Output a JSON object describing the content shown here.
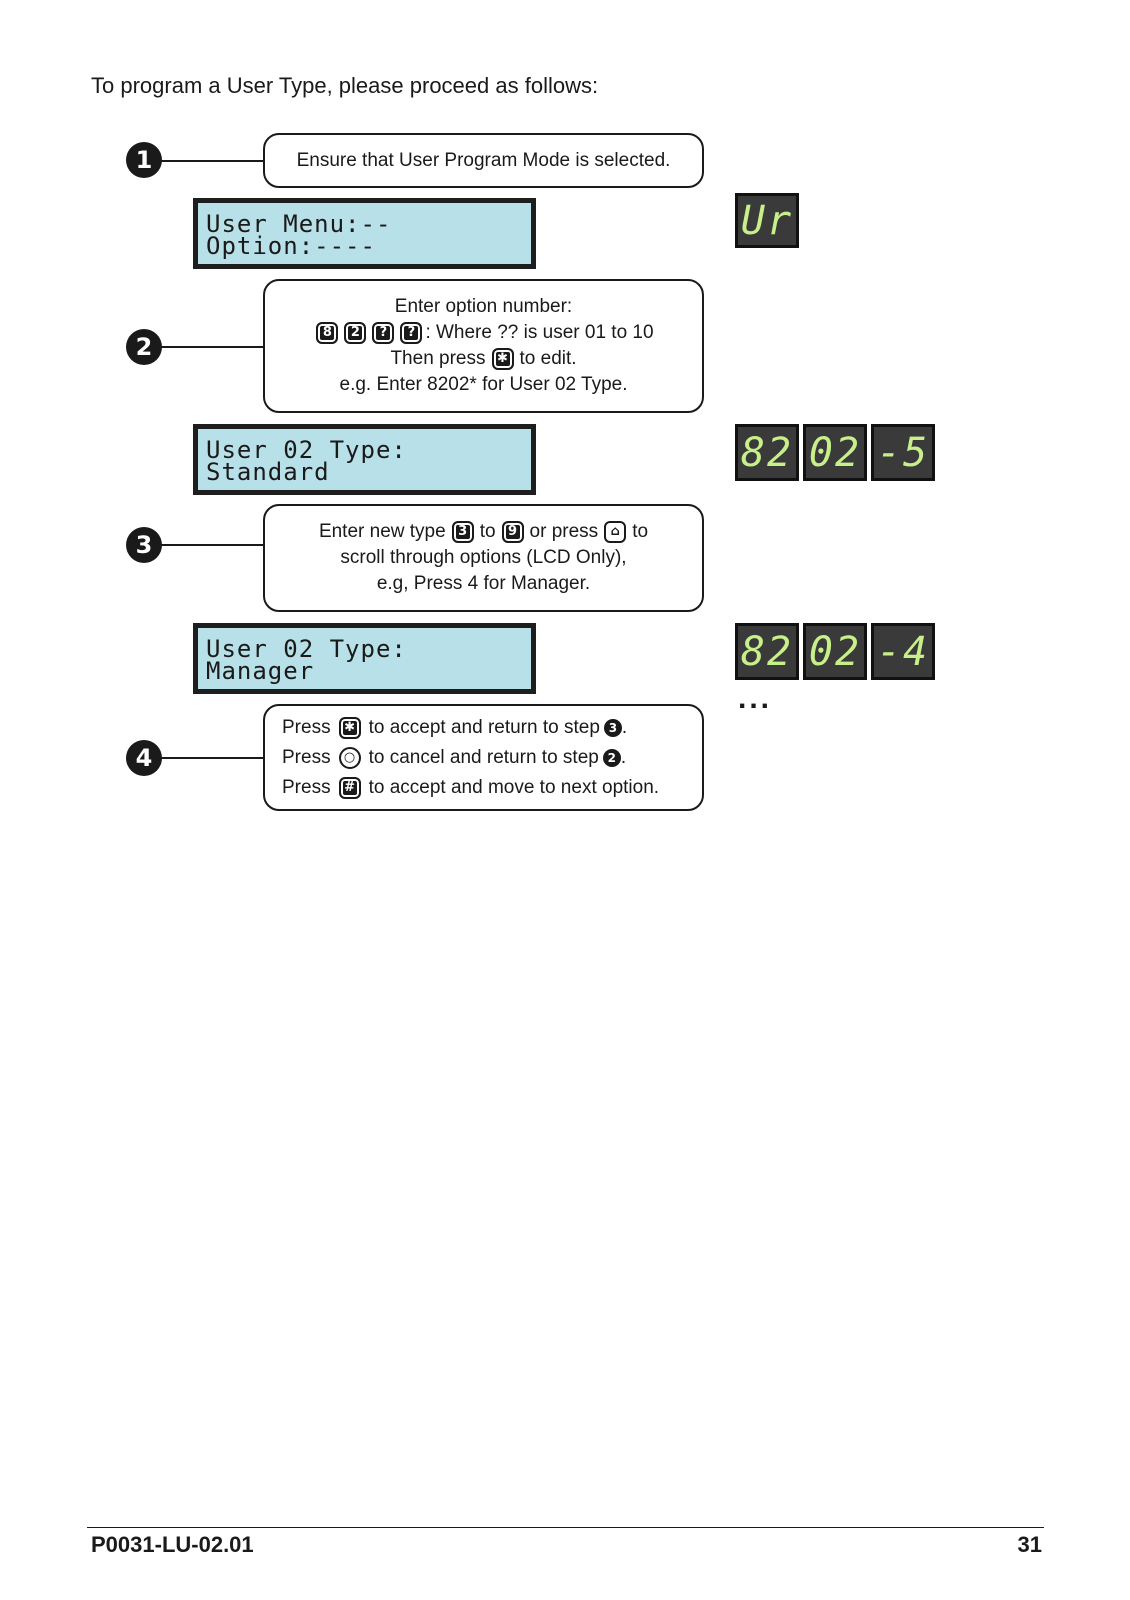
{
  "intro": "To program a User Type, please proceed as follows:",
  "steps": [
    {
      "number": "1",
      "lines": [
        "Ensure that User Program Mode is selected."
      ]
    },
    {
      "number": "2",
      "line1": "Enter option number:",
      "line2_keys": [
        "8",
        "2",
        "?",
        "?"
      ],
      "line2_text": ": Where ?? is user 01 to 10",
      "line3_pre": "Then press",
      "line3_key": "✱",
      "line3_post": "to edit.",
      "line4": "e.g. Enter 8202* for User 02 Type."
    },
    {
      "number": "3",
      "line1_pre": "Enter new type",
      "line1_key1": "3",
      "line1_mid": "to",
      "line1_key2": "9",
      "line1_mid2": "or press",
      "line1_key3": "⌂",
      "line1_post": "to",
      "line2": "scroll through options (LCD Only),",
      "line3": "e.g, Press 4 for Manager."
    },
    {
      "number": "4",
      "rows": [
        {
          "pre": "Press",
          "key": "✱",
          "post": "to accept and return to step",
          "ref": "3",
          "end": "."
        },
        {
          "pre": "Press",
          "key": "○",
          "post": "to cancel and return to step",
          "ref": "2",
          "end": "."
        },
        {
          "pre": "Press",
          "key": "#",
          "post": "to accept and move to next option.",
          "ref": "",
          "end": ""
        }
      ]
    }
  ],
  "lcd_screens": [
    {
      "row1": "User Menu:--",
      "row2": "Option:----"
    },
    {
      "row1": "User 02 Type:",
      "row2": "Standard"
    },
    {
      "row1": "User 02 Type:",
      "row2": "Manager"
    }
  ],
  "led_displays": [
    {
      "digits": [
        "Ur"
      ]
    },
    {
      "digits": [
        "82",
        "02",
        "-5"
      ]
    },
    {
      "digits": [
        "82",
        "02",
        "-4"
      ]
    }
  ],
  "ellipsis": "...",
  "footer": {
    "doc_id": "P0031-LU-02.01",
    "page": "31"
  },
  "colors": {
    "lcd_bg": "#b8e0e8",
    "led_bg": "#3a3a3a",
    "led_text": "#c8f08a"
  }
}
